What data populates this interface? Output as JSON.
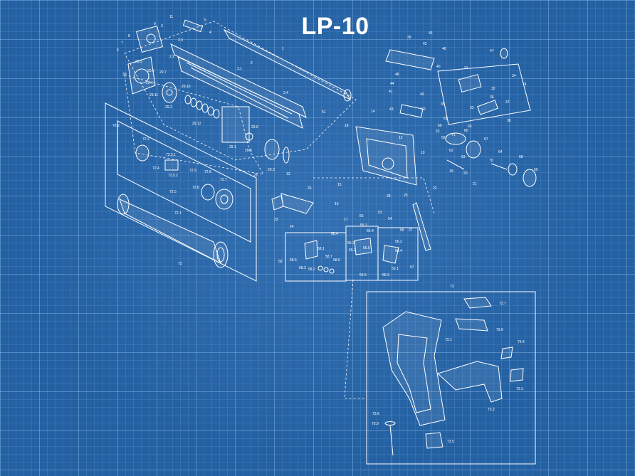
{
  "title": "LP-10",
  "part_labels": [
    "1",
    "2",
    "2.1",
    "2.2",
    "2.3",
    "2.4",
    "3",
    "4",
    "5",
    "6",
    "7",
    "8",
    "9",
    "10",
    "11",
    "12",
    "13",
    "14",
    "15",
    "16",
    "17",
    "18",
    "19",
    "20",
    "21",
    "22",
    "23",
    "24",
    "25",
    "26",
    "27",
    "28",
    "29",
    "29.1",
    "29.2",
    "29.3",
    "29.4",
    "29.5",
    "29.6",
    "29.7",
    "29.8",
    "29.9",
    "29.10",
    "29.11",
    "29.12",
    "30",
    "31",
    "32",
    "33",
    "34",
    "35",
    "36",
    "37",
    "38",
    "39",
    "40",
    "41",
    "42",
    "43",
    "44",
    "45",
    "46",
    "47",
    "48",
    "49",
    "50",
    "51",
    "52",
    "53",
    "54",
    "55",
    "55.1",
    "55.2",
    "55.3",
    "55.4",
    "55.5",
    "55.6",
    "56",
    "56.1",
    "56.2",
    "56.3",
    "56.4",
    "57",
    "58",
    "58.1",
    "58.2",
    "58.3",
    "58.4",
    "58.5",
    "58.6",
    "58.7",
    "59",
    "60",
    "61",
    "62",
    "63",
    "64",
    "65",
    "66",
    "67",
    "68",
    "69",
    "70",
    "71",
    "72",
    "72.1",
    "72.2",
    "72.3",
    "72.4",
    "72.5",
    "72.5.1",
    "72.5.2",
    "72.6",
    "72.7",
    "72.8",
    "72.9",
    "73",
    "73.1",
    "73.2",
    "73.3",
    "73.4",
    "73.5",
    "73.6",
    "73.7",
    "73.8",
    "73.9",
    "74"
  ]
}
